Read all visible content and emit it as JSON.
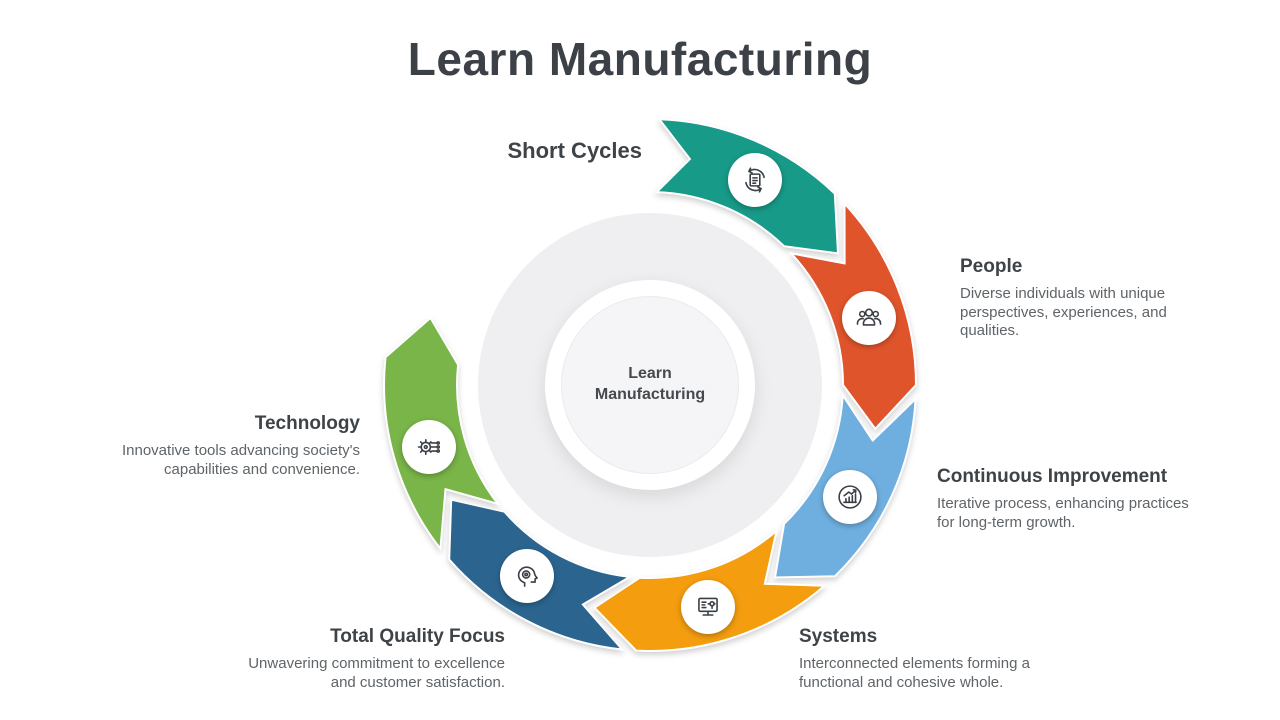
{
  "title": "Learn Manufacturing",
  "center": {
    "line1": "Learn",
    "line2": "Manufacturing"
  },
  "segments": [
    {
      "key": "short-cycles",
      "label": "Short Cycles",
      "description": "",
      "color": "#189a88",
      "icon": "process-cycle-icon"
    },
    {
      "key": "people",
      "label": "People",
      "description": "Diverse individuals with unique perspectives, experiences, and qualities.",
      "color": "#e0542c",
      "icon": "people-icon"
    },
    {
      "key": "continuous-improvement",
      "label": "Continuous Improvement",
      "description": "Iterative process, enhancing practices for long-term growth.",
      "color": "#6fafdf",
      "icon": "growth-chart-icon"
    },
    {
      "key": "systems",
      "label": "Systems",
      "description": "Interconnected elements forming a functional and cohesive whole.",
      "color": "#f39d0f",
      "icon": "computer-system-icon"
    },
    {
      "key": "total-quality-focus",
      "label": "Total Quality Focus",
      "description": "Unwavering commitment to excellence and customer satisfaction.",
      "color": "#2b658f",
      "icon": "quality-mind-icon"
    },
    {
      "key": "technology",
      "label": "Technology",
      "description": "Innovative tools advancing society's capabilities and convenience.",
      "color": "#79b548",
      "icon": "gear-circuit-icon"
    }
  ]
}
